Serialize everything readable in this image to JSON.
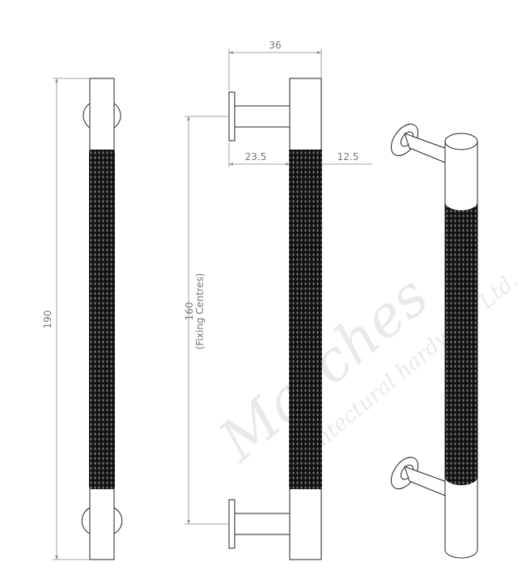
{
  "dimensions": {
    "overall_length": "190",
    "projection": "36",
    "rose_to_bar": "23.5",
    "bar_diameter": "12.5",
    "fixing_centres": "160",
    "fixing_centres_note": "(Fixing Centres)"
  },
  "watermark": {
    "brand": "Marches",
    "tagline": "architectural hardware Ltd."
  },
  "colors": {
    "line": "#222222",
    "dimension": "#888888",
    "knurl": "#1a1a1a"
  }
}
